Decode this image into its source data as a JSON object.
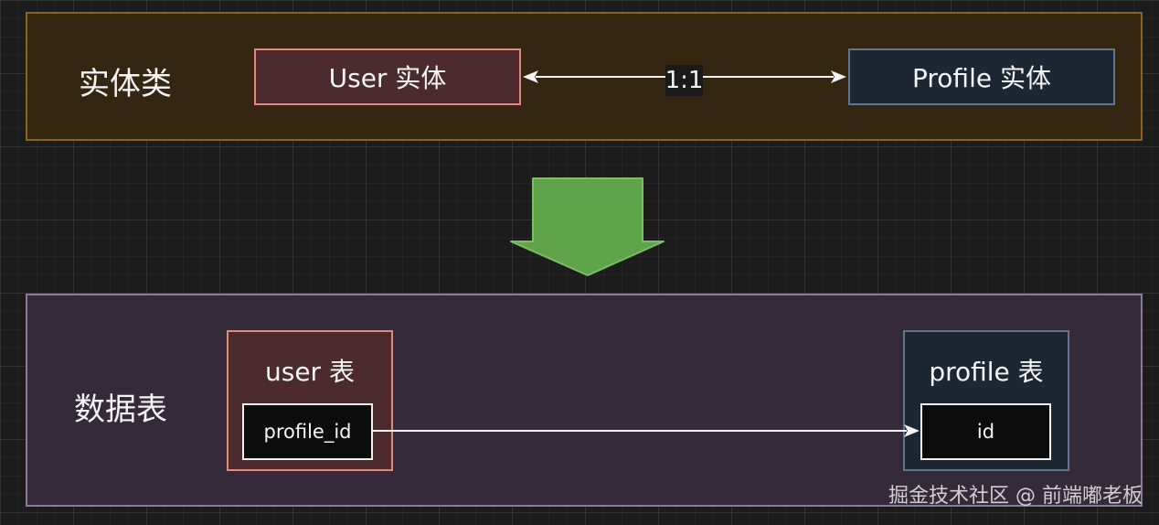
{
  "layers": {
    "entity_label": "实体类",
    "table_label": "数据表"
  },
  "entities": {
    "user": "User 实体",
    "profile": "Profile 实体",
    "relation": "1:1"
  },
  "tables": {
    "user": {
      "title": "user 表",
      "field": "profile_id"
    },
    "profile": {
      "title": "profile 表",
      "field": "id"
    }
  },
  "watermark": "掘金技术社区 @ 前端嘟老板",
  "colors": {
    "entity_group_fill": "#352611",
    "entity_group_border": "#8a6320",
    "table_group_fill": "#352a3a",
    "table_group_border": "#8d7a98",
    "user_fill": "#4b2b2d",
    "user_border": "#e4877d",
    "profile_fill": "#1c2733",
    "profile_border": "#61738f",
    "transform_arrow": "#5fa34a"
  }
}
